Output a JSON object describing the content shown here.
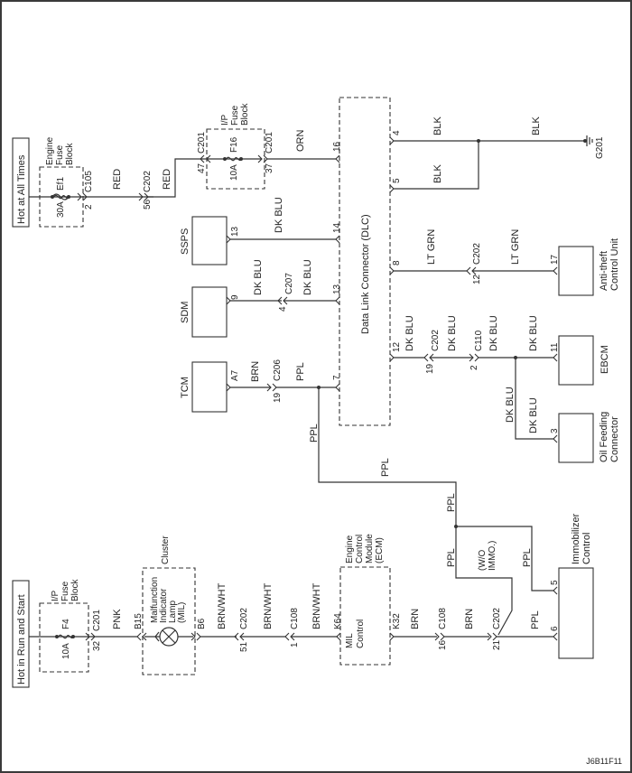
{
  "figure_id": "J6B11F11",
  "power": {
    "hot_at_all_times": "Hot at All Times",
    "hot_in_run_and_start": "Hot in Run and Start"
  },
  "engine_fuse_block": {
    "title_lines": [
      "Engine",
      "Fuse",
      "Block"
    ],
    "fuse": "Ef1",
    "rating": "30A",
    "connector": "C105",
    "pin": "2"
  },
  "ip_fuse_block_top": {
    "title_lines": [
      "I/P",
      "Fuse",
      "Block"
    ],
    "fuse": "F16",
    "rating": "10A",
    "in_connector": "C201",
    "in_pin": "47",
    "out_connector": "C201",
    "out_pin": "37"
  },
  "ip_fuse_block_bottom": {
    "title_lines": [
      "I/P",
      "Fuse",
      "Block"
    ],
    "fuse": "F4",
    "rating": "10A",
    "connector": "C201",
    "pin": "32"
  },
  "dlc": {
    "title": "Data Link Connector (DLC)",
    "pins_left": [
      "16",
      "14",
      "13",
      "7"
    ],
    "pins_right": [
      "4",
      "5",
      "8",
      "12"
    ]
  },
  "wires": {
    "red1": "RED",
    "c202_top": "C202",
    "c202_top_pin": "56",
    "red2": "RED",
    "orn": "ORN",
    "blk1": "BLK",
    "blk2": "BLK",
    "blk3": "BLK",
    "ground": "G201",
    "sssp_dkblu": "DK BLU",
    "sdm_dkblu1": "DK BLU",
    "c207": "C207",
    "c207_pin": "4",
    "sdm_dkblu2": "DK BLU",
    "tcm_brn": "BRN",
    "c206": "C206",
    "c206_pin": "19",
    "tcm_ppl": "PPL",
    "ltgrn1": "LT GRN",
    "c202_ltgrn": "C202",
    "c202_ltgrn_pin": "12",
    "ltgrn2": "LT GRN",
    "dkblu_a": "DK BLU",
    "c202_dkblu": "C202",
    "c202_dkblu_pin": "19",
    "dkblu_b": "DK BLU",
    "c110": "C110",
    "c110_pin": "2",
    "dkblu_c": "DK BLU",
    "dkblu_d": "DK BLU",
    "dkblu_e": "DK BLU",
    "dkblu_f": "DK BLU",
    "ppl_a": "PPL",
    "ppl_b": "PPL",
    "ppl_c": "PPL",
    "ppl_d": "PPL",
    "ppl_e": "PPL",
    "ppl_f": "PPL",
    "wo_immo_lines": [
      "(W/O",
      "IMMO.)"
    ],
    "pnk": "PNK",
    "brnwht1": "BRN/WHT",
    "c202_mil": "C202",
    "c202_mil_pin": "51",
    "brnwht2": "BRN/WHT",
    "c108_mil": "C108",
    "c108_mil_pin": "1",
    "brnwht3": "BRN/WHT",
    "brn1": "BRN",
    "c108_k32": "C108",
    "c108_k32_pin": "16",
    "brn2": "BRN",
    "c202_k32": "C202",
    "c202_k32_pin": "21"
  },
  "modules": {
    "sssp": {
      "name": "SSPS",
      "pin": "13"
    },
    "sdm": {
      "name": "SDM",
      "pin": "9"
    },
    "tcm": {
      "name": "TCM",
      "pin": "A7"
    },
    "antitheft": {
      "name_lines": [
        "Anti-theft",
        "Control Unit"
      ],
      "pin": "17"
    },
    "ebcm": {
      "name": "EBCM",
      "pin": "11"
    },
    "oil": {
      "name_lines": [
        "Oil Feeding",
        "Connector"
      ],
      "pin": "3"
    },
    "cluster": {
      "title": "Cluster",
      "lamp_lines": [
        "Malfunction",
        "Indicator",
        "Lamp",
        "(MIL)"
      ],
      "pin_in": "B15",
      "pin_out": "B6"
    },
    "ecm": {
      "title_lines": [
        "Engine",
        "Control",
        "Module",
        "(ECM)"
      ],
      "label_lines": [
        "MIL",
        "Control"
      ],
      "pin_in": "K64",
      "pin_out": "K32"
    },
    "immobilizer": {
      "name_lines": [
        "Immobilizer",
        "Control"
      ],
      "pin5": "5",
      "pin6": "6"
    }
  }
}
